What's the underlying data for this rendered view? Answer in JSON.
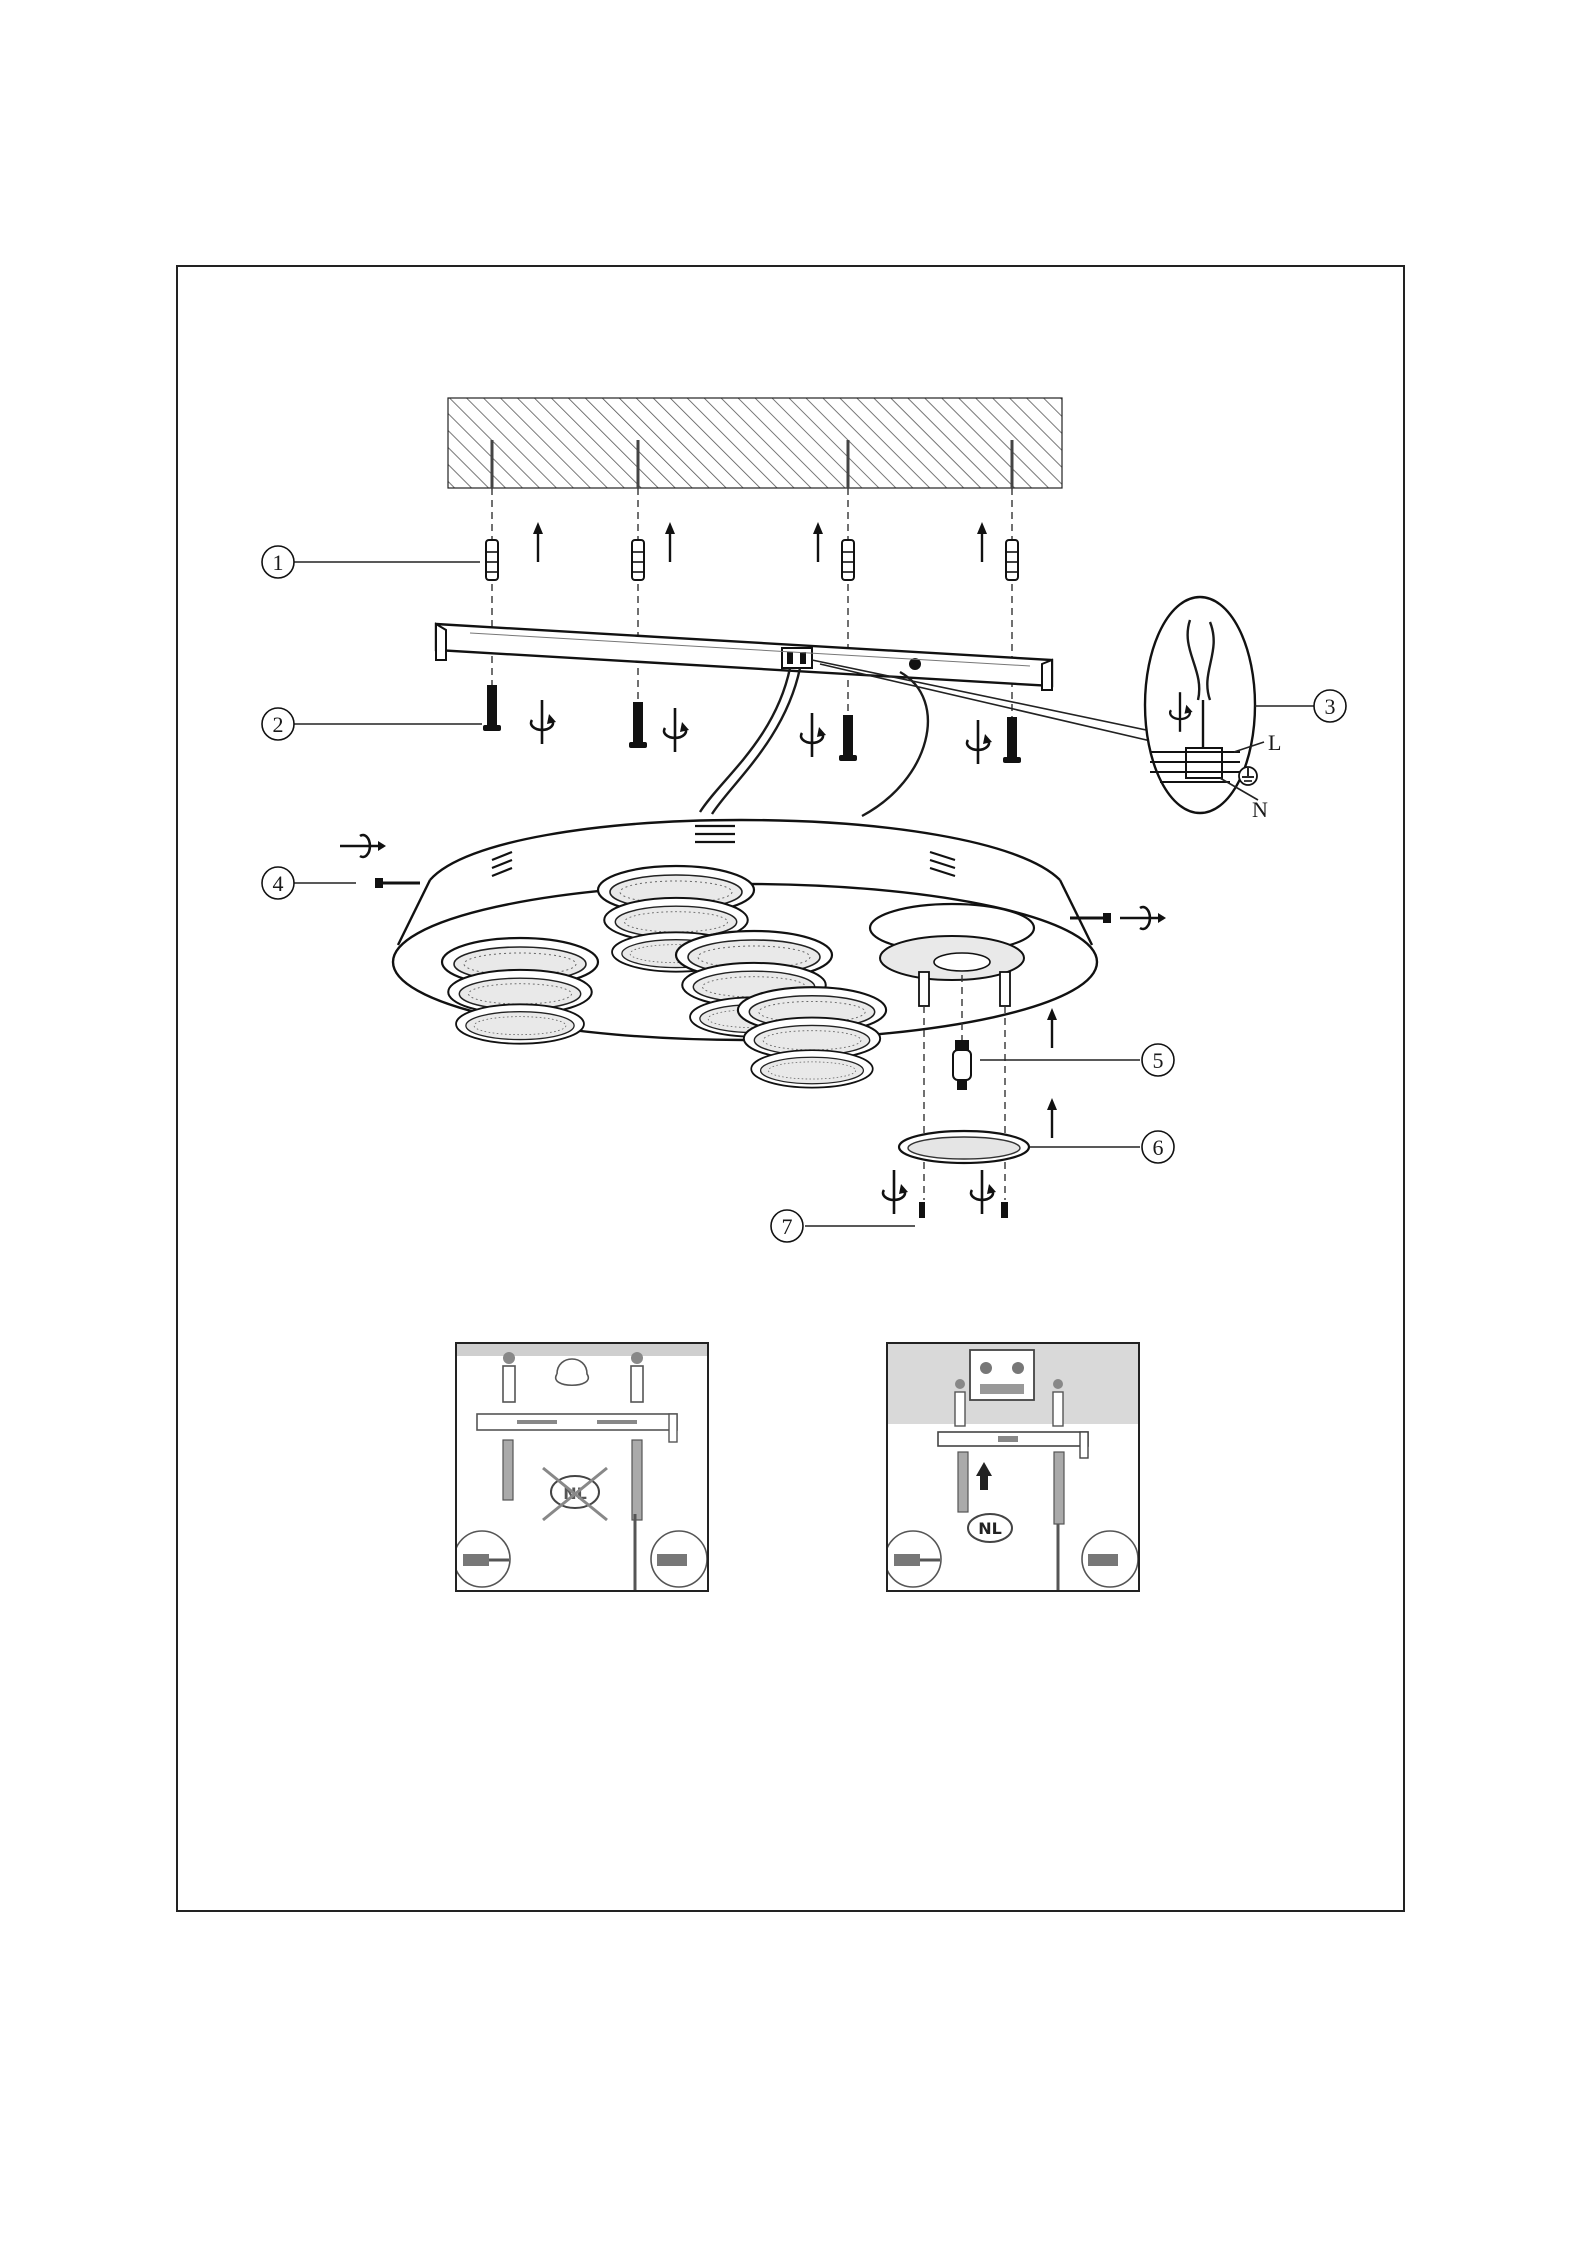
{
  "callouts": [
    {
      "id": "callout-1",
      "label": "1"
    },
    {
      "id": "callout-2",
      "label": "2"
    },
    {
      "id": "callout-3",
      "label": "3"
    },
    {
      "id": "callout-4",
      "label": "4"
    },
    {
      "id": "callout-5",
      "label": "5"
    },
    {
      "id": "callout-6",
      "label": "6"
    },
    {
      "id": "callout-7",
      "label": "7"
    }
  ],
  "wiring": {
    "live": "L",
    "neutral": "N"
  },
  "insets": {
    "left_badge": "NL",
    "right_badge": "NL"
  },
  "icons": [
    "upward-arrow-icon",
    "rotate-arrow-icon",
    "ground-symbol-icon",
    "screwdriver-icon"
  ],
  "colors": {
    "line": "#1a1a1a",
    "ceiling_hatch": "#555555",
    "inset_ceiling": "#d9d9d9"
  }
}
